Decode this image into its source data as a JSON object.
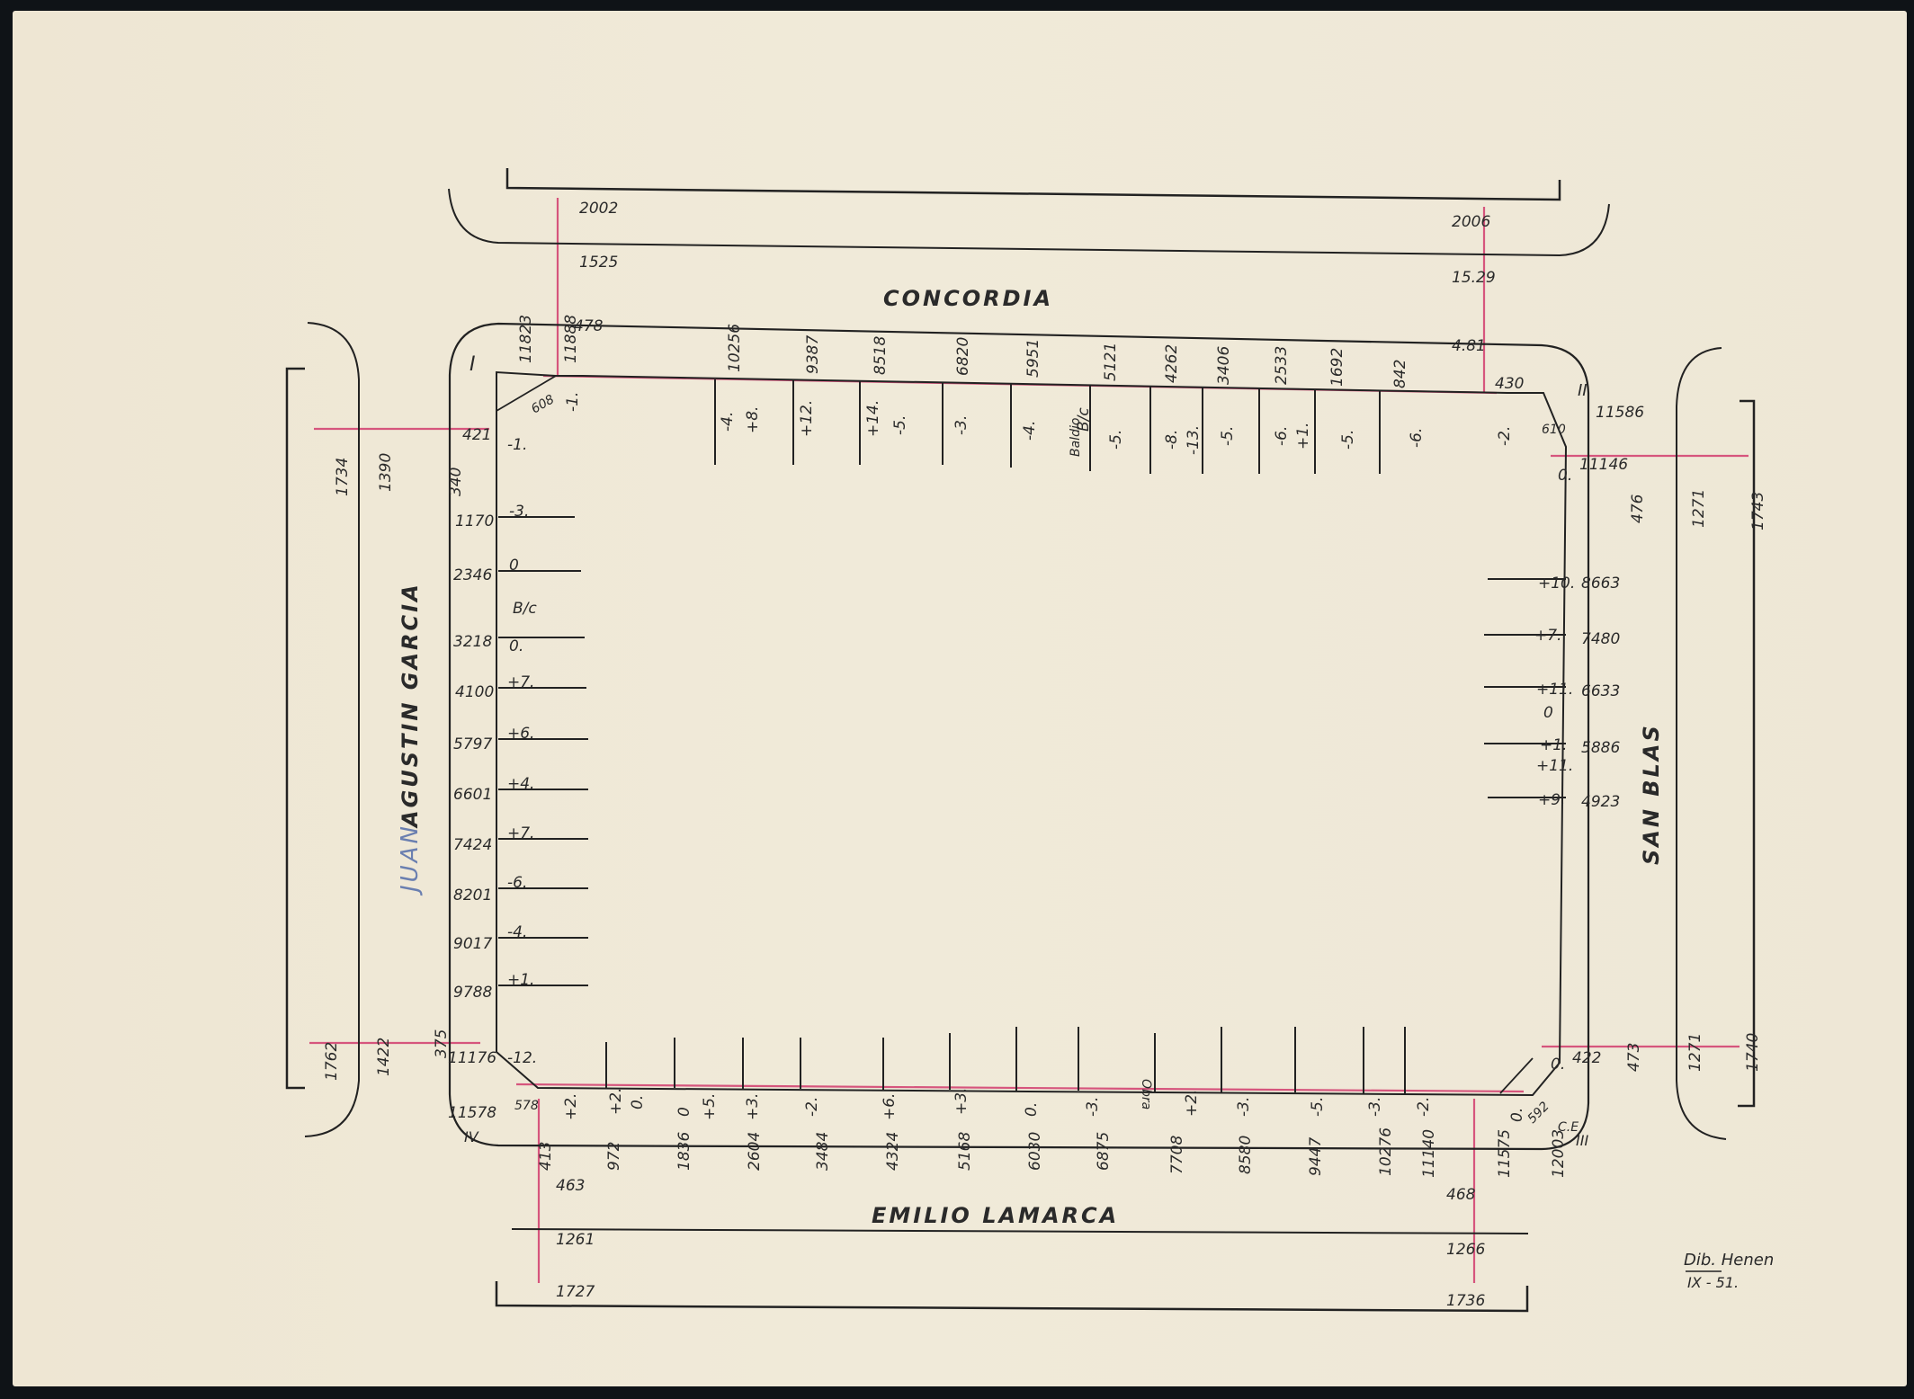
{
  "map": {
    "streets": {
      "north": "CONCORDIA",
      "south": "EMILIO LAMARCA",
      "west_prefix": "JUAN",
      "west": "AGUSTIN GARCIA",
      "east": "SAN BLAS"
    },
    "corners": {
      "nw": "I",
      "ne": "II",
      "se": "III",
      "sw": "IV"
    },
    "street_widths": {
      "north": [
        "2002",
        "1525",
        "478",
        "2006",
        "15.29",
        "4.81"
      ],
      "south": [
        "463",
        "1261",
        "1727",
        "468",
        "1266",
        "1736"
      ],
      "west": [
        "1734",
        "1390",
        "340",
        "1762",
        "1422",
        "375"
      ],
      "east": [
        "476",
        "1271",
        "1743",
        "473",
        "1271",
        "1740"
      ]
    },
    "north_side": {
      "distances": [
        "11823",
        "11888",
        "10256",
        "9387",
        "8518",
        "6820",
        "5951",
        "5121",
        "4262",
        "3406",
        "2533",
        "1692",
        "842",
        "430",
        "11586"
      ],
      "levels": [
        "-1.",
        "-4.",
        "+8.",
        "+12.",
        "+14.",
        "-5.",
        "-3.",
        "-4.",
        "B/c",
        "-5.",
        "-8.",
        "-13.",
        "-5.",
        "-6.",
        "+1.",
        "-5.",
        "-6.",
        "-2."
      ],
      "note": "Baldio",
      "chamfer": "608"
    },
    "west_side": {
      "distances": [
        "421",
        "1170",
        "2346",
        "3218",
        "4100",
        "5797",
        "6601",
        "7424",
        "8201",
        "9017",
        "9788",
        "11176",
        "11578"
      ],
      "levels": [
        "-1.",
        "-3.",
        "0",
        "B/c",
        "0.",
        "+7.",
        "+6.",
        "+4.",
        "+7.",
        "-6.",
        "-4.",
        "+1.",
        "-12."
      ],
      "chamfer": "578"
    },
    "east_side": {
      "distances": [
        "11146",
        "8663",
        "7480",
        "6633",
        "5886",
        "4923",
        "422"
      ],
      "levels": [
        "0.",
        "+10.",
        "+7.",
        "+11.",
        "0",
        "+1.",
        "+11.",
        "+9.",
        "0."
      ],
      "chamfer_ne": "610",
      "chamfer_se": "592"
    },
    "south_side": {
      "distances": [
        "413",
        "972",
        "1836",
        "2604",
        "3484",
        "4324",
        "5168",
        "6030",
        "6875",
        "7708",
        "8580",
        "9447",
        "10276",
        "11140",
        "11575",
        "12003"
      ],
      "levels": [
        "+2.",
        "+2.",
        "0.",
        "0",
        "+5.",
        "+3.",
        "-2.",
        "+6.",
        "+3.",
        "0.",
        "-3.",
        "Obra",
        "+2.",
        "-3.",
        "-5.",
        "-3.",
        "-2.",
        "0."
      ],
      "ce": "C.E"
    },
    "signature": {
      "author": "Dib. Henen",
      "date": "IX - 51."
    }
  }
}
